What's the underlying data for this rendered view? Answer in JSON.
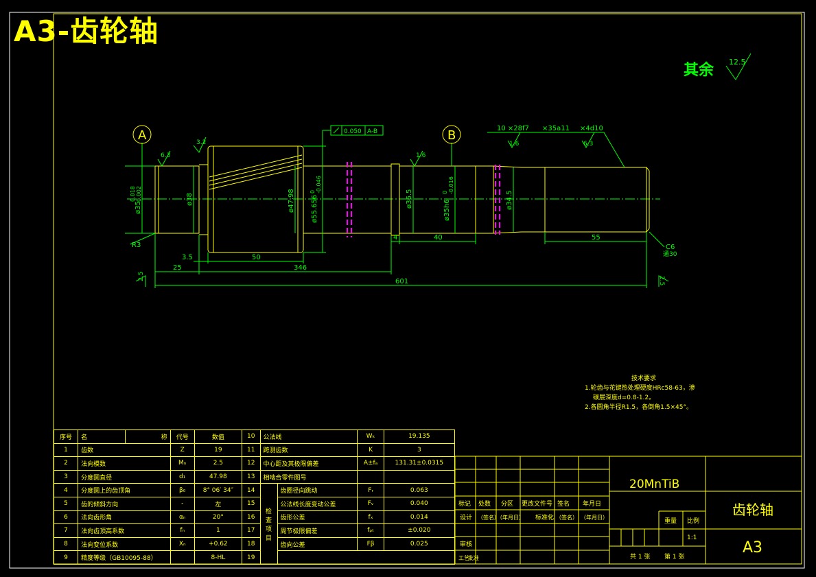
{
  "header": {
    "title": "A3-齿轮轴"
  },
  "roughness": {
    "rest_label": "其余",
    "rest_value": "12.5"
  },
  "drawing": {
    "datum_a": "A",
    "datum_b": "B",
    "tolerance_frame": {
      "value": "0.050",
      "datum": "A-B"
    },
    "spline_note": {
      "part1": "10 ×28f7",
      "part2": "×35a11",
      "part3": "×4d10"
    },
    "roughness_values": {
      "r1": "6.3",
      "r2": "3.2",
      "r3": "1.6",
      "r4": "1.6",
      "r5": "6.3",
      "r6": "2.5",
      "r7": "2.5"
    },
    "diameters": {
      "d1": "ø35",
      "d1_tol_up": "0.018",
      "d1_tol_dn": "0.002",
      "d2": "ø38",
      "d3": "ø47.98",
      "d4": "ø55.656",
      "d4_tol_up": "0",
      "d4_tol_dn": "-0.046",
      "d5": "ø36.5",
      "d6": "ø35h6",
      "d6_tol_up": "0",
      "d6_tol_dn": "-0.016",
      "d7": "ø34.5"
    },
    "lengths": {
      "l1": "3.5",
      "l2": "25",
      "l3": "50",
      "l4": "346",
      "l5": "4",
      "l6": "40",
      "l7": "55",
      "l8": "601"
    },
    "notes": {
      "radius": "R3",
      "chamfer": "C6",
      "chamfer2": "通30"
    }
  },
  "tech_requirements": {
    "title": "技术要求",
    "line1": "1.轮齿与花键热处理硬度HRc58-63，渗",
    "line2": "碳层深度d=0.8-1.2。",
    "line3": "2.各圆角半径R1.5，各倒角1.5×45°。"
  },
  "params_table": {
    "rows": [
      [
        "序号",
        "名",
        "称",
        "代号",
        "数值",
        "10",
        "公法线",
        "Wₖ",
        "19.135"
      ],
      [
        "1",
        "齿数",
        "",
        "Z",
        "19",
        "11",
        "跨测齿数",
        "K",
        "3"
      ],
      [
        "2",
        "法向模数",
        "",
        "Mₙ",
        "2.5",
        "12",
        "中心距及其极限偏差",
        "A±fₐ",
        "131.31±0.0315"
      ],
      [
        "3",
        "分度圆直径",
        "",
        "d₁",
        "47.98",
        "13",
        "相啮合零件图号",
        "",
        ""
      ],
      [
        "4",
        "分度圆上的齿顶角",
        "",
        "β₀",
        "8° 06′ 34″",
        "14",
        "",
        "",
        ""
      ],
      [
        "5",
        "齿的倾斜方向",
        "",
        "-",
        "左",
        "15",
        "",
        "",
        ""
      ],
      [
        "6",
        "法向齿形角",
        "",
        "αₙ",
        "20°",
        "16",
        "",
        "",
        ""
      ],
      [
        "7",
        "法向齿顶高系数",
        "",
        "fₙ",
        "1",
        "17",
        "",
        "",
        ""
      ],
      [
        "8",
        "法向变位系数",
        "",
        "Xₙ",
        "+0.62",
        "18",
        "",
        "",
        ""
      ],
      [
        "9",
        "精度等级（GB10095-88）",
        "",
        "",
        "8-HL",
        "19",
        "",
        "",
        ""
      ]
    ],
    "inspect_label": "检查项目",
    "inspect": [
      [
        "齿圈径向跳动",
        "Fᵣ",
        "0.063"
      ],
      [
        "公法线长度变动公差",
        "Fᵥ",
        "0.040"
      ],
      [
        "齿形公差",
        "fₓ",
        "0.014"
      ],
      [
        "周节极限偏差",
        "fₚₜ",
        "±0.020"
      ],
      [
        "齿向公差",
        "Fβ",
        "0.025"
      ]
    ]
  },
  "title_block": {
    "material": "20MnTiB",
    "part_name": "齿轮轴",
    "size": "A3",
    "labels": {
      "mark": "标记",
      "count": "处数",
      "zone": "分区",
      "doc": "更改文件号",
      "sign": "签名",
      "date": "年月日",
      "design": "设计",
      "sign_date": "（签名）（年月日）",
      "std": "标准化",
      "sign2": "（签名）",
      "date2": "（年月日）",
      "review": "审核",
      "process": "工艺",
      "approve": "批准",
      "weight": "重量",
      "scale": "比例",
      "scale_value": "1:1",
      "sheets": "共 1 张",
      "sheet": "第 1 张"
    }
  }
}
